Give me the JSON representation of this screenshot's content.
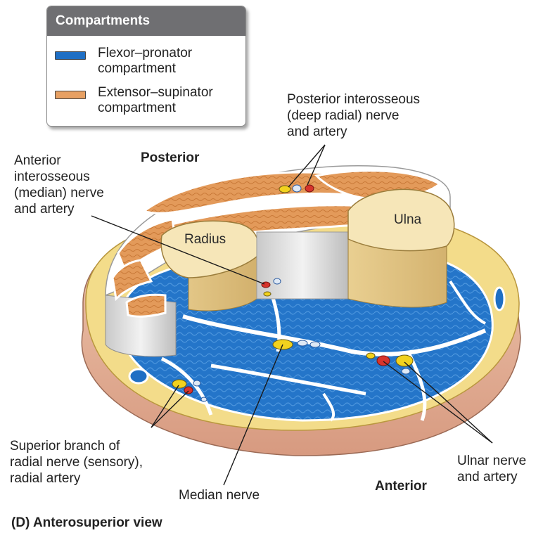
{
  "legend": {
    "title": "Compartments",
    "items": [
      {
        "label": "Flexor–pronator\ncompartment",
        "color": "#1f6fc4"
      },
      {
        "label": "Extensor–supinator\ncompartment",
        "color": "#e7a063"
      }
    ]
  },
  "orientation": {
    "posterior": "Posterior",
    "anterior": "Anterior"
  },
  "bones": {
    "radius": "Radius",
    "ulna": "Ulna"
  },
  "callouts": {
    "posterior_interosseous": "Posterior interosseous\n(deep radial) nerve\nand artery",
    "anterior_interosseous": "Anterior\ninterosseous\n(median) nerve\nand artery",
    "superior_branch_radial": "Superior branch of\nradial nerve (sensory),\nradial artery",
    "median_nerve": "Median nerve",
    "ulnar": "Ulnar nerve\nand artery"
  },
  "caption": "(D) Anterosuperior view",
  "colors": {
    "flexor": "#1f6fc4",
    "extensor": "#e7a063",
    "fat": "#f3dc8a",
    "bone": "#f4e3b3",
    "skin": "#e9b9a0",
    "nerve": "#f2d21e",
    "artery": "#d7342c"
  }
}
